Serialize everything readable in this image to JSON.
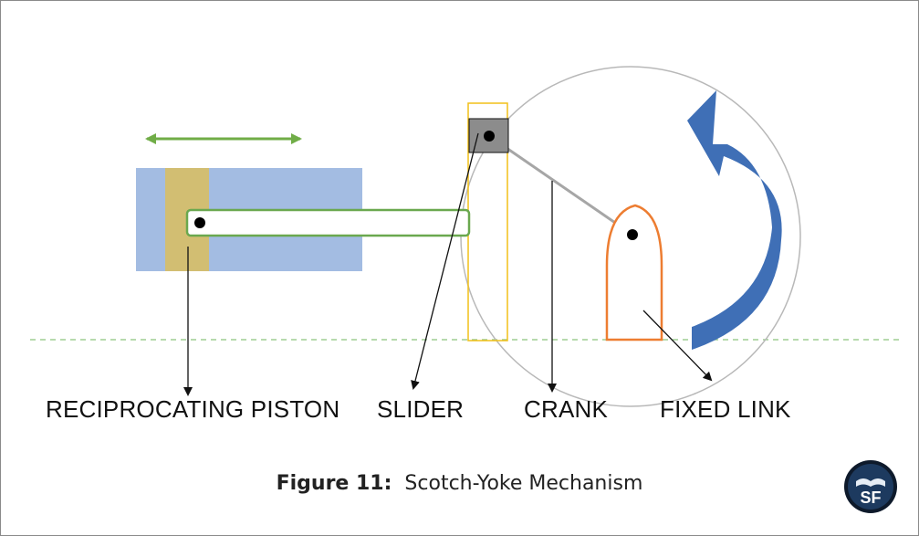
{
  "labels": {
    "piston": "RECIPROCATING PISTON",
    "slider": "SLIDER",
    "crank": "CRANK",
    "fixed_link": "FIXED LINK"
  },
  "caption": {
    "figure": "Figure 11:",
    "title": "Scotch-Yoke Mechanism"
  },
  "logo": {
    "text": "SF"
  },
  "colors": {
    "cylinder": "#a3bce2",
    "piston": "#d2be72",
    "rod_border": "#6aa84f",
    "motion_arrow": "#70ad47",
    "yoke": "#f2c018",
    "slider_block": "#8c8c8c",
    "fixed_link": "#ed7d31",
    "rotation_arrow": "#3f6fb6",
    "dashed_line": "#8cc47e",
    "circle": "#b8b8b8"
  }
}
